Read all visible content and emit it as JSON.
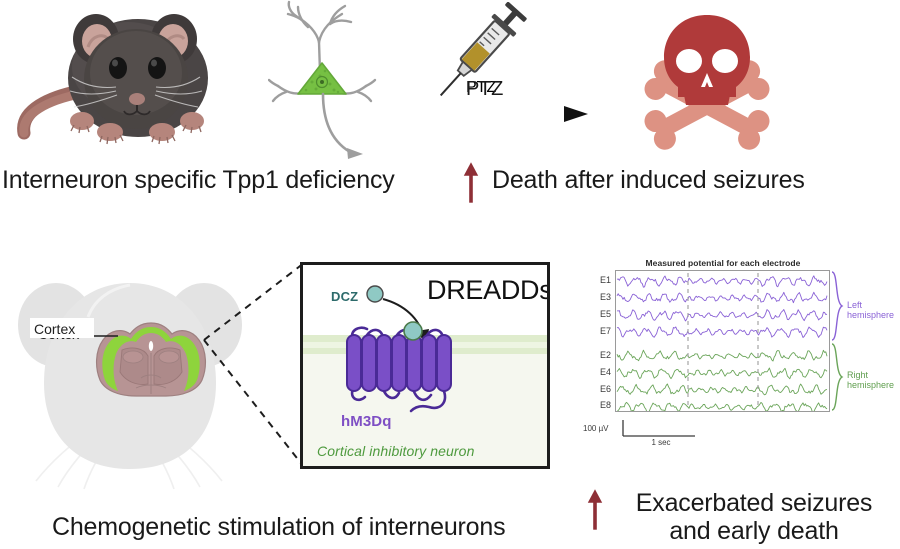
{
  "figure": {
    "type": "graphical-abstract",
    "background": "#ffffff"
  },
  "top_row": {
    "mouse_icon": "dark-mouse-illustration",
    "neuron_icon": "green-soma-interneuron",
    "syringe_icon": "syringe",
    "skull_icon": "skull-and-crossbones",
    "arrow_label": "PTZ",
    "left_caption": "Interneuron specific Tpp1 deficiency",
    "right_caption": "Death after induced seizures",
    "right_caption_arrow": "up-arrow-increase"
  },
  "bottom_row": {
    "brain_label": "Cortex",
    "left_caption": "Chemogenetic stimulation of interneurons",
    "right_caption_line1": "Exacerbated seizures",
    "right_caption_line2": "and early death",
    "right_caption_arrow": "up-arrow-increase"
  },
  "dreadd_panel": {
    "title": "DREADDs",
    "ligand_label": "DCZ",
    "receptor_label": "hM3Dq",
    "cell_label": "Cortical inhibitory neuron"
  },
  "eeg_panel": {
    "title": "Measured potential for each electrode",
    "electrodes_left": [
      "E1",
      "E3",
      "E5",
      "E7"
    ],
    "electrodes_right": [
      "E2",
      "E4",
      "E6",
      "E8"
    ],
    "group_left_label": "Left hemisphere",
    "group_right_label": "Right hemisphere",
    "scale_voltage": "100 µV",
    "scale_time": "1 sec"
  },
  "colors": {
    "skull_red": "#b03a3a",
    "bones_salmon": "#dd9283",
    "arrow_dark_red": "#8e2f36",
    "neuron_green": "#76c043",
    "cortex_green": "#8ed43c",
    "brain_mauve": "#b79494",
    "receptor_purple": "#6f3fb8",
    "ligand_teal": "#8fc9c4",
    "eeg_purple": "#8a62d6",
    "eeg_green": "#6ba55a",
    "mouse_body": "#4a4545",
    "head_silhouette": "#e3e3e3"
  }
}
